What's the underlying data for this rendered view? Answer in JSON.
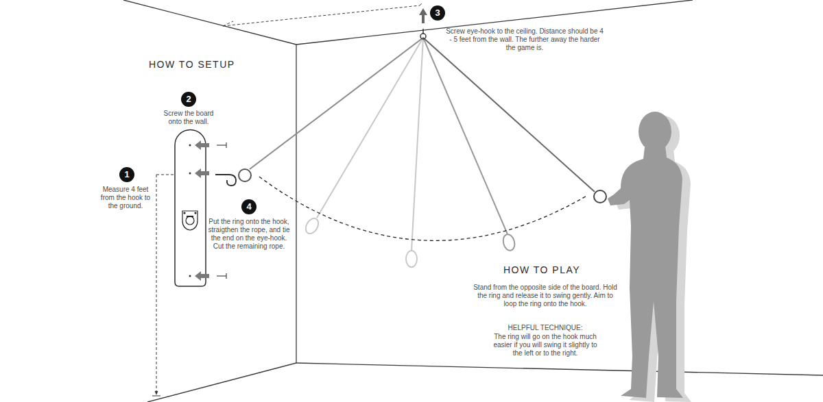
{
  "diagram": {
    "title": "HOW TO SETUP",
    "nodes": [
      {
        "text": [
          "1"
        ]
      },
      {
        "text": [
          "2"
        ]
      },
      {
        "text": [
          "3"
        ]
      },
      {
        "text": [
          "4"
        ]
      }
    ],
    "labels": [
      "Measure 4 feet from the hook to the ground.",
      "Screw the board onto the wall.",
      "Screw eye-hook to the ceiling. Distance should be 4 - 5 feet from the wall. The further away the harder the game is.",
      "Put the ring onto the hook, straigthen the rope, and tie the end on the eye-hook. Cut the remaining rope.",
      "HOW TO PLAY",
      "Stand from the opposite side of the board. Hold the ring and release it to swing gently. Aim to loop the ring onto the hook.",
      "HELPFUL TECHNIQUE:",
      "The ring will go on the hook much easier if you will swing it slightly to the left or to the right."
    ]
  }
}
